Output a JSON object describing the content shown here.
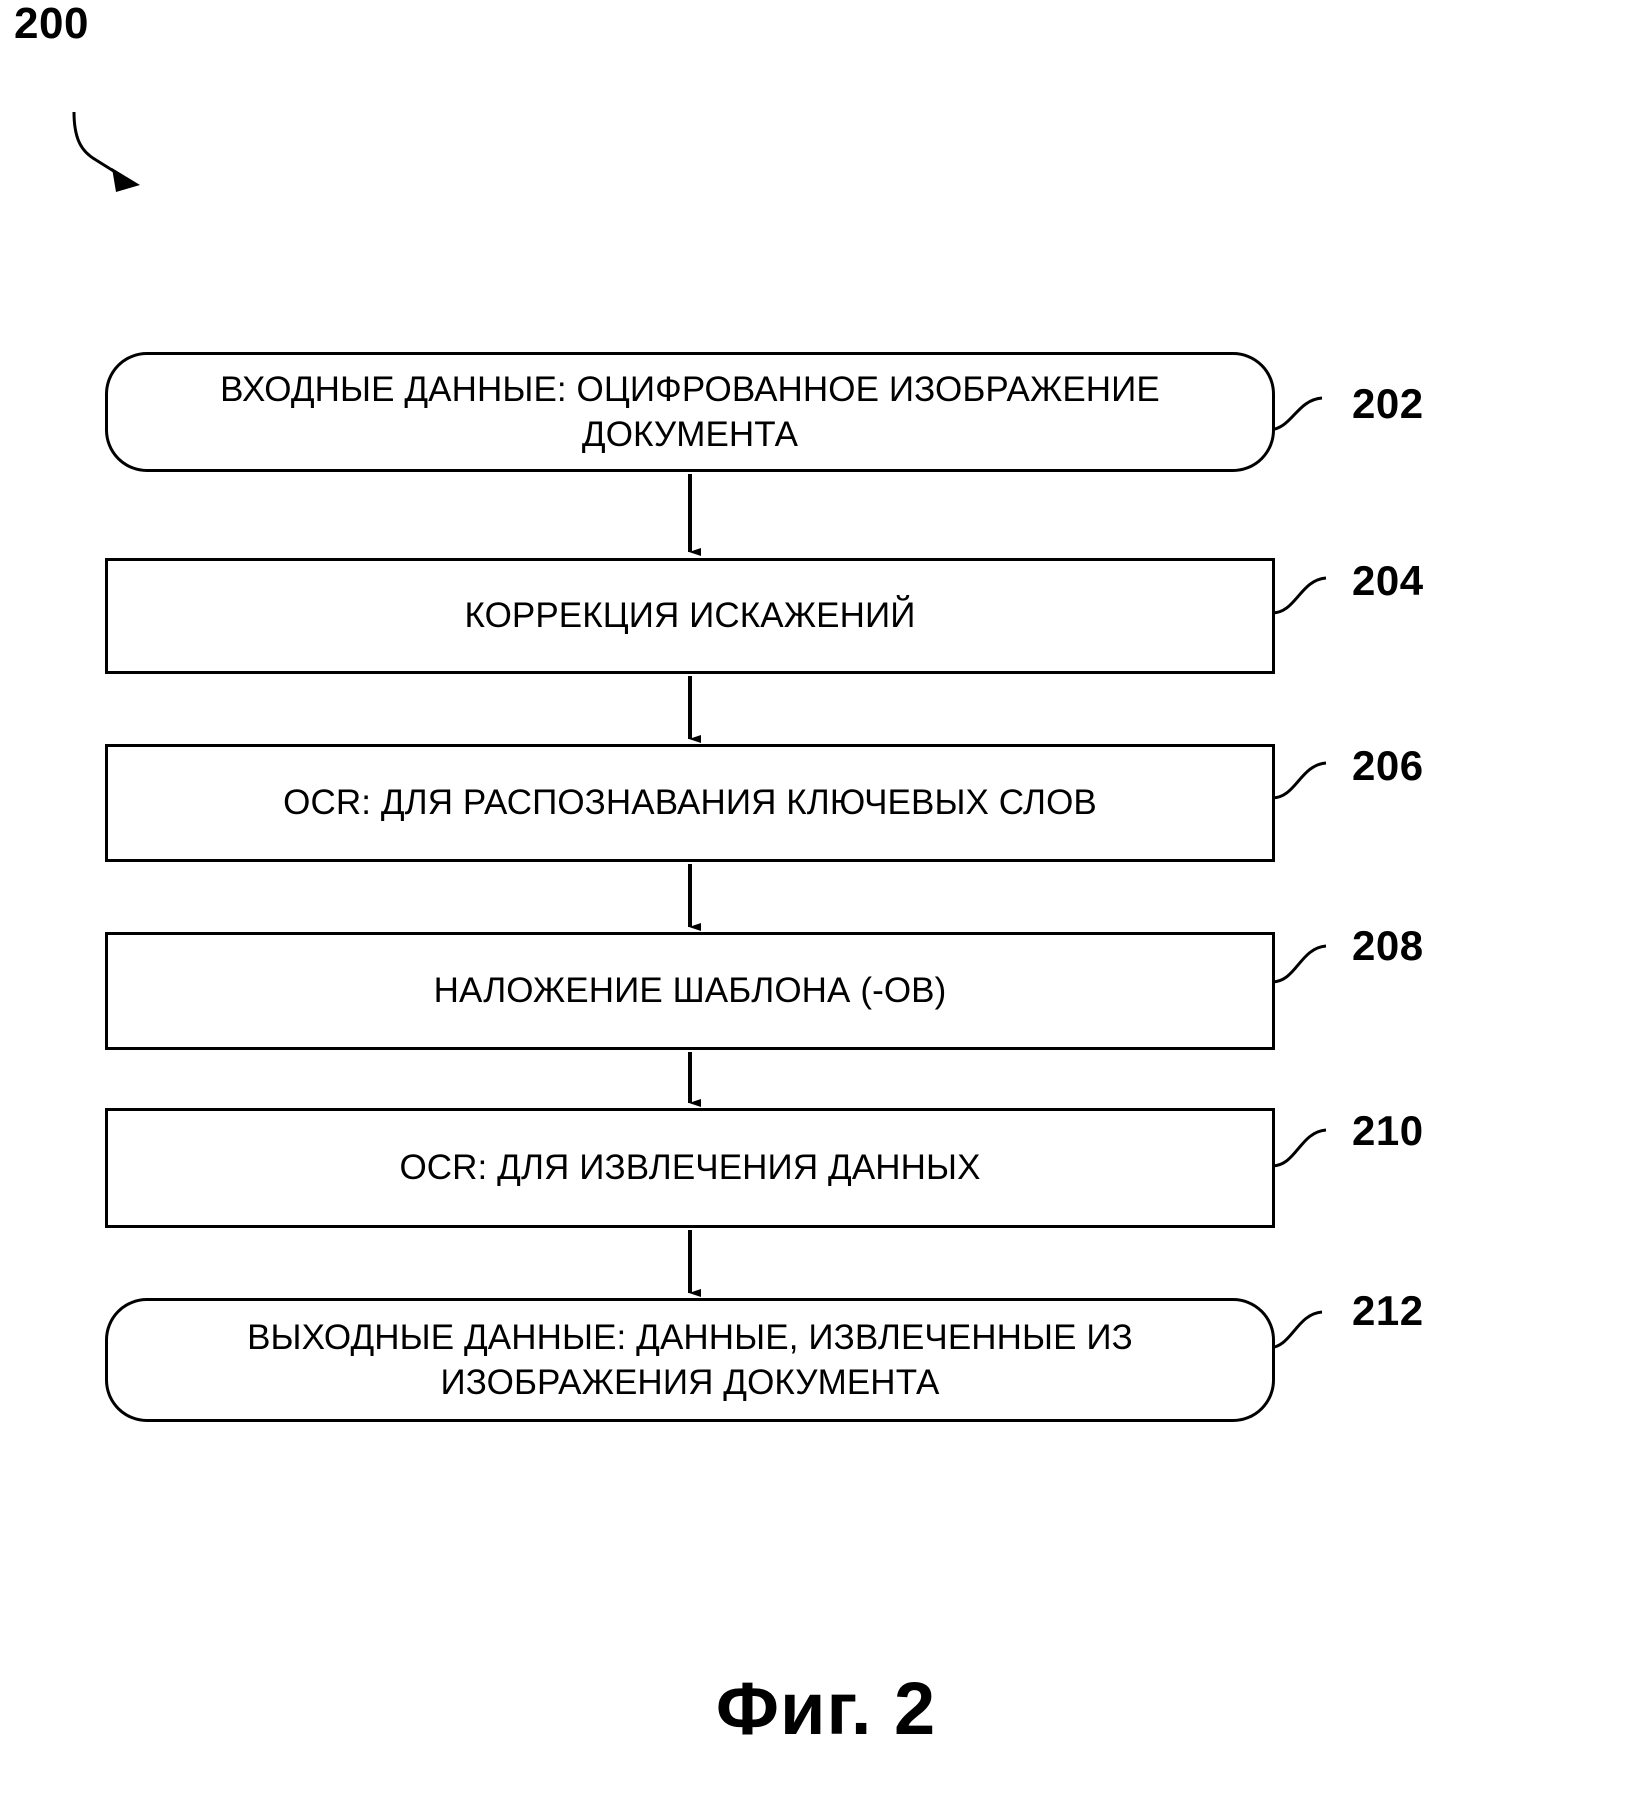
{
  "figure": {
    "diagram_ref": "200",
    "caption": "Фиг. 2"
  },
  "flow": {
    "nodes": [
      {
        "id": "202",
        "shape": "rounded-rectangle",
        "text": "ВХОДНЫЕ ДАННЫЕ: ОЦИФРОВАННОЕ ИЗОБРАЖЕНИЕ\nДОКУМЕНТА",
        "ref": "202"
      },
      {
        "id": "204",
        "shape": "rectangle",
        "text": "КОРРЕКЦИЯ ИСКАЖЕНИЙ",
        "ref": "204"
      },
      {
        "id": "206",
        "shape": "rectangle",
        "text": "OCR: ДЛЯ РАСПОЗНАВАНИЯ КЛЮЧЕВЫХ СЛОВ",
        "ref": "206"
      },
      {
        "id": "208",
        "shape": "rectangle",
        "text": "НАЛОЖЕНИЕ ШАБЛОНА (-ОВ)",
        "ref": "208"
      },
      {
        "id": "210",
        "shape": "rectangle",
        "text": "OCR: ДЛЯ ИЗВЛЕЧЕНИЯ ДАННЫХ",
        "ref": "210"
      },
      {
        "id": "212",
        "shape": "rounded-rectangle",
        "text": "ВЫХОДНЫЕ ДАННЫЕ:  ДАННЫЕ, ИЗВЛЕЧЕННЫЕ ИЗ\nИЗОБРАЖЕНИЯ ДОКУМЕНТА",
        "ref": "212"
      }
    ],
    "edges": [
      {
        "from": "202",
        "to": "204",
        "style": "arrow-down"
      },
      {
        "from": "204",
        "to": "206",
        "style": "arrow-down"
      },
      {
        "from": "206",
        "to": "208",
        "style": "arrow-down"
      },
      {
        "from": "208",
        "to": "210",
        "style": "arrow-down"
      },
      {
        "from": "210",
        "to": "212",
        "style": "arrow-down"
      }
    ]
  },
  "colors": {
    "ink": "#000000",
    "paper": "#ffffff"
  }
}
